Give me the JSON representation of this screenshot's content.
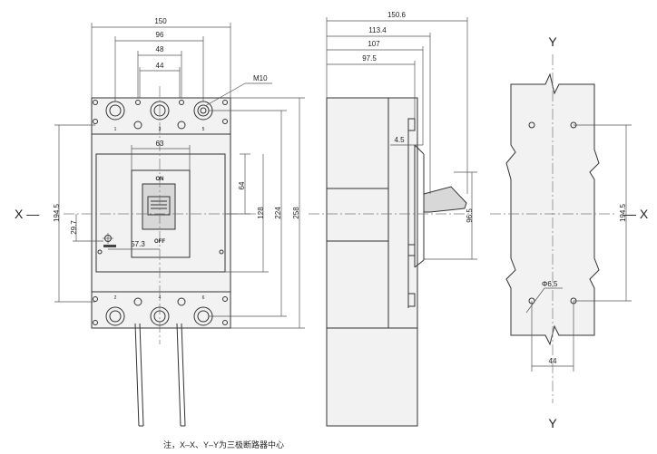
{
  "front_view": {
    "dim_150": "150",
    "dim_96": "96",
    "dim_48": "48",
    "dim_44": "44",
    "dim_63": "63",
    "dim_64": "64",
    "dim_128": "128",
    "dim_224": "224",
    "dim_258": "258",
    "dim_194_5": "194.5",
    "dim_29_7": "29.7",
    "dim_57_3": "57.3",
    "thread_label": "M10",
    "on_label": "ON",
    "off_label": "OFF",
    "terminal_top": [
      "1",
      "3",
      "5"
    ],
    "terminal_bottom": [
      "2",
      "4",
      "6"
    ],
    "axis_x_left": "X —"
  },
  "side_view": {
    "dim_150_6": "150.6",
    "dim_113_4": "113.4",
    "dim_107": "107",
    "dim_97_5": "97.5",
    "dim_4_5": "4.5",
    "dim_96_5": "96.5"
  },
  "mount_view": {
    "axis_y_top": "Y",
    "axis_y_bottom": "Y",
    "axis_x_right": "— X",
    "dim_194_5": "194.5",
    "hole_dia": "Φ6.5",
    "dim_44": "44"
  },
  "note": "注，X–X、Y–Y为三极断路器中心"
}
